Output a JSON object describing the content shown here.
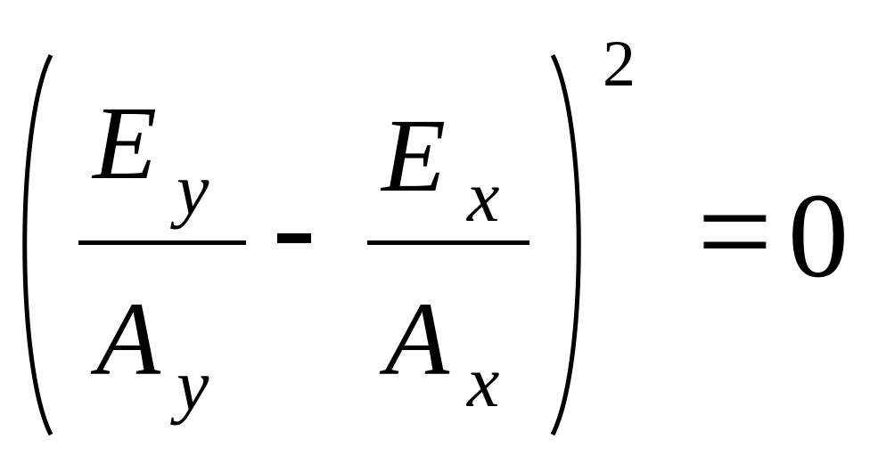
{
  "equation": {
    "term1": {
      "numerator_symbol": "E",
      "numerator_subscript": "y",
      "denominator_symbol": "A",
      "denominator_subscript": "y"
    },
    "operator": "-",
    "term2": {
      "numerator_symbol": "E",
      "numerator_subscript": "x",
      "denominator_symbol": "A",
      "denominator_subscript": "x"
    },
    "exponent": "2",
    "equals": "=",
    "rhs": "0"
  }
}
